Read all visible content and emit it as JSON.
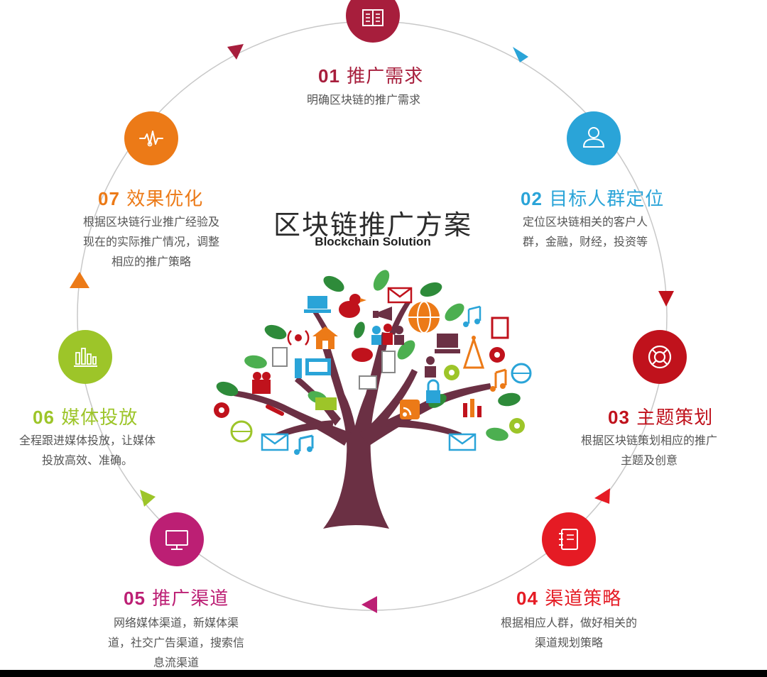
{
  "center": {
    "title": "区块链推广方案",
    "subtitle": "Blockchain Solution"
  },
  "steps": [
    {
      "num": "01",
      "title": "推广需求",
      "desc": [
        "明确区块链的推广需求"
      ],
      "color": "#a71e3c",
      "icon": "book-icon"
    },
    {
      "num": "02",
      "title": "目标人群定位",
      "desc": [
        "定位区块链相关的客户人",
        "群，金融，财经，投资等"
      ],
      "color": "#2aa4d8",
      "icon": "user-icon"
    },
    {
      "num": "03",
      "title": "主题策划",
      "desc": [
        "根据区块链策划相应的推广",
        "主题及创意"
      ],
      "color": "#c0121c",
      "icon": "lifebuoy-icon"
    },
    {
      "num": "04",
      "title": "渠道策略",
      "desc": [
        "根据相应人群，做好相关的",
        "渠道规划策略"
      ],
      "color": "#e51b24",
      "icon": "notebook-icon"
    },
    {
      "num": "05",
      "title": "推广渠道",
      "desc": [
        "网络媒体渠道，新媒体渠",
        "道，社交广告渠道，搜索信",
        "息流渠道"
      ],
      "color": "#bc1f74",
      "icon": "monitor-icon"
    },
    {
      "num": "06",
      "title": "媒体投放",
      "desc": [
        "全程跟进媒体投放，让媒体",
        "投放高效、准确。"
      ],
      "color": "#9dc529",
      "icon": "bar-chart-icon"
    },
    {
      "num": "07",
      "title": "效果优化",
      "desc": [
        "根据区块链行业推广经验及",
        "现在的实际推广情况，调整",
        "相应的推广策略"
      ],
      "color": "#ec7a17",
      "icon": "pulse-icon"
    }
  ]
}
